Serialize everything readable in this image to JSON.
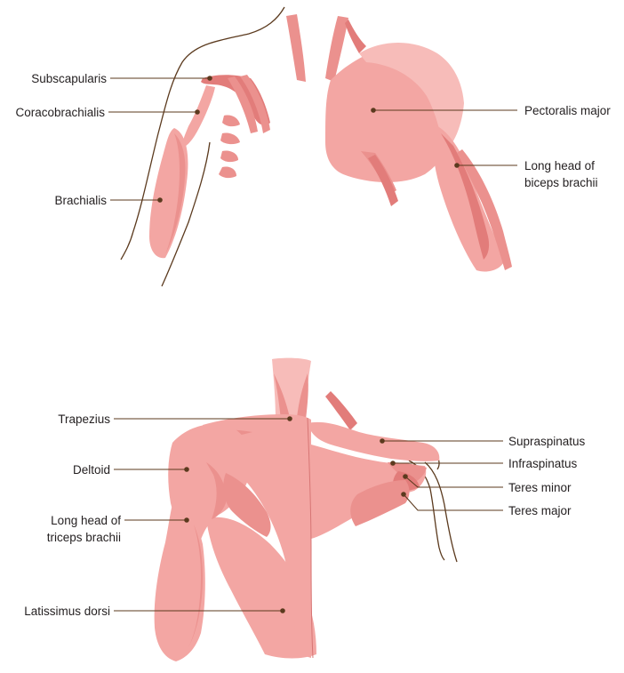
{
  "colors": {
    "muscle_light": "#f7bcb9",
    "muscle": "#f3a6a3",
    "muscle_mid": "#eb918e",
    "muscle_dark": "#e27c7a",
    "leader_line": "#5b3a1e",
    "text": "#231f20",
    "background": "#ffffff"
  },
  "anterior_view": {
    "labels": {
      "subscapularis": "Subscapularis",
      "coracobrachialis": "Coracobrachialis",
      "brachialis": "Brachialis",
      "pectoralis_major": "Pectoralis major",
      "long_head_biceps_line1": "Long head of",
      "long_head_biceps_line2": "biceps brachii"
    }
  },
  "posterior_view": {
    "labels": {
      "trapezius": "Trapezius",
      "deltoid": "Deltoid",
      "long_head_triceps_line1": "Long head of",
      "long_head_triceps_line2": "triceps brachii",
      "latissimus_dorsi": "Latissimus dorsi",
      "supraspinatus": "Supraspinatus",
      "infraspinatus": "Infraspinatus",
      "teres_minor": "Teres minor",
      "teres_major": "Teres major"
    }
  }
}
